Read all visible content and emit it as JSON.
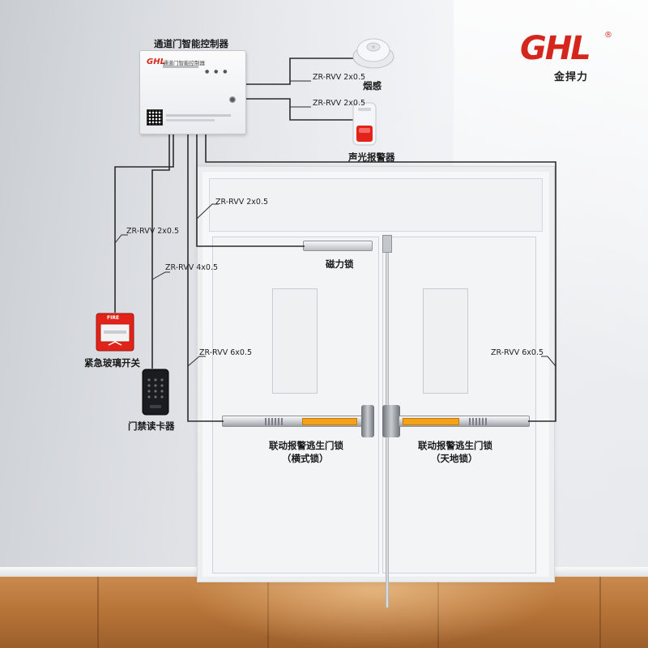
{
  "brand": {
    "logo_mark": "GHL",
    "registered": "®",
    "logo_text": "金捍力"
  },
  "controller": {
    "title": "通道门智能控制器",
    "panel_logo": "GHL",
    "panel_name": "通道门智能控制器"
  },
  "devices": {
    "smoke_detector": "烟感",
    "siren": "声光报警器",
    "magnetic_lock": "磁力锁",
    "glass_break_switch": "紧急玻璃开关",
    "card_reader": "门禁读卡器",
    "fire_label": "FIRE",
    "lock_left_line1": "联动报警逃生门锁",
    "lock_left_line2": "（横式锁）",
    "lock_right_line1": "联动报警逃生门锁",
    "lock_right_line2": "（天地锁）"
  },
  "cables": {
    "smoke": "ZR-RVV 2x0.5",
    "siren": "ZR-RVV 2x0.5",
    "maglock": "ZR-RVV 2x0.5",
    "glass_break": "ZR-RVV 2x0.5",
    "reader": "ZR-RVV 4x0.5",
    "left_lock": "ZR-RVV 6x0.5",
    "right_lock": "ZR-RVV 6x0.5"
  },
  "colors": {
    "brand_red": "#d4261c",
    "wire": "#2b2b2b",
    "fire_red": "#e2231a",
    "label_orange": "#f4a21b"
  }
}
